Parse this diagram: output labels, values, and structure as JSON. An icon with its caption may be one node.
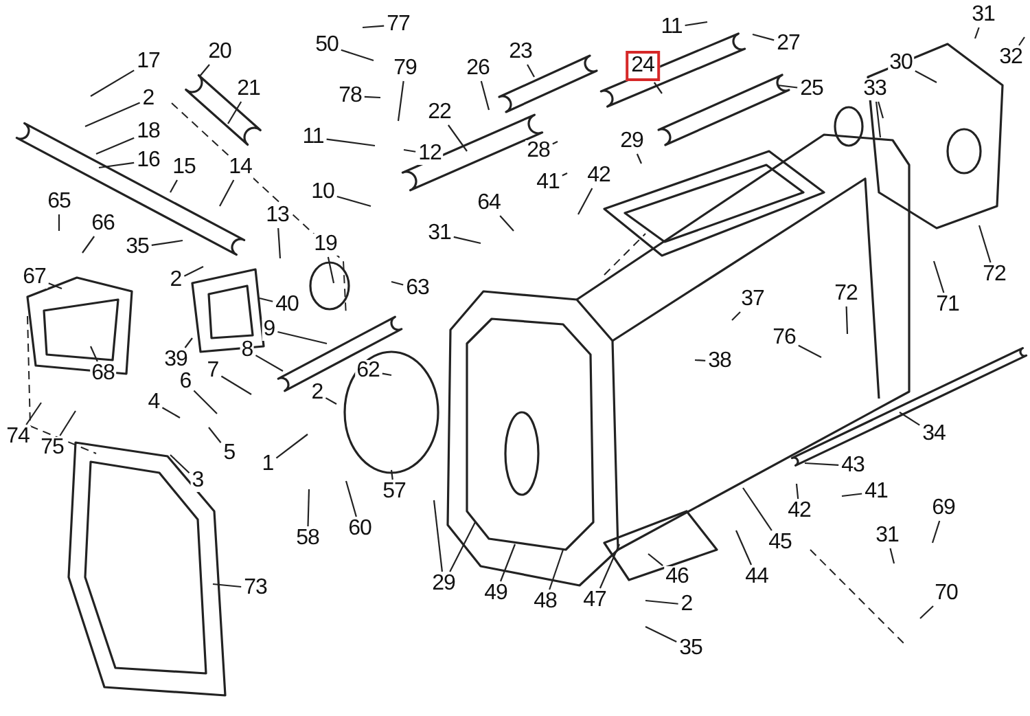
{
  "diagram": {
    "nodes": [
      {
        "text": [
          "77"
        ]
      },
      {
        "text": [
          "50"
        ]
      },
      {
        "text": [
          "31"
        ]
      },
      {
        "text": [
          "32"
        ]
      },
      {
        "text": [
          "17"
        ]
      },
      {
        "text": [
          "20"
        ]
      },
      {
        "text": [
          "11"
        ]
      },
      {
        "text": [
          "27"
        ]
      },
      {
        "text": [
          "23"
        ]
      },
      {
        "text": [
          "26"
        ]
      },
      {
        "text": [
          "79"
        ]
      },
      {
        "text": [
          "24"
        ]
      },
      {
        "text": [
          "21"
        ]
      },
      {
        "text": [
          "2"
        ]
      },
      {
        "text": [
          "78"
        ]
      },
      {
        "text": [
          "22"
        ]
      },
      {
        "text": [
          "25"
        ]
      },
      {
        "text": [
          "30"
        ]
      },
      {
        "text": [
          "33"
        ]
      },
      {
        "text": [
          "18"
        ]
      },
      {
        "text": [
          "11"
        ]
      },
      {
        "text": [
          "12"
        ]
      },
      {
        "text": [
          "16"
        ]
      },
      {
        "text": [
          "28"
        ]
      },
      {
        "text": [
          "29"
        ]
      },
      {
        "text": [
          "15"
        ]
      },
      {
        "text": [
          "14"
        ]
      },
      {
        "text": [
          "41"
        ]
      },
      {
        "text": [
          "42"
        ]
      },
      {
        "text": [
          "10"
        ]
      },
      {
        "text": [
          "64"
        ]
      },
      {
        "text": [
          "65"
        ]
      },
      {
        "text": [
          "66"
        ]
      },
      {
        "text": [
          "13"
        ]
      },
      {
        "text": [
          "19"
        ]
      },
      {
        "text": [
          "31"
        ]
      },
      {
        "text": [
          "35"
        ]
      },
      {
        "text": [
          "2"
        ]
      },
      {
        "text": [
          "63"
        ]
      },
      {
        "text": [
          "67"
        ]
      },
      {
        "text": [
          "40"
        ]
      },
      {
        "text": [
          "71"
        ]
      },
      {
        "text": [
          "72"
        ]
      },
      {
        "text": [
          "72"
        ]
      },
      {
        "text": [
          "37"
        ]
      },
      {
        "text": [
          "76"
        ]
      },
      {
        "text": [
          "9"
        ]
      },
      {
        "text": [
          "39"
        ]
      },
      {
        "text": [
          "68"
        ]
      },
      {
        "text": [
          "8"
        ]
      },
      {
        "text": [
          "38"
        ]
      },
      {
        "text": [
          "7"
        ]
      },
      {
        "text": [
          "62"
        ]
      },
      {
        "text": [
          "34"
        ]
      },
      {
        "text": [
          "6"
        ]
      },
      {
        "text": [
          "2"
        ]
      },
      {
        "text": [
          "4"
        ]
      },
      {
        "text": [
          "74"
        ]
      },
      {
        "text": [
          "75"
        ]
      },
      {
        "text": [
          "5"
        ]
      },
      {
        "text": [
          "1"
        ]
      },
      {
        "text": [
          "43"
        ]
      },
      {
        "text": [
          "3"
        ]
      },
      {
        "text": [
          "57"
        ]
      },
      {
        "text": [
          "41"
        ]
      },
      {
        "text": [
          "42"
        ]
      },
      {
        "text": [
          "60"
        ]
      },
      {
        "text": [
          "58"
        ]
      },
      {
        "text": [
          "45"
        ]
      },
      {
        "text": [
          "31"
        ]
      },
      {
        "text": [
          "69"
        ]
      },
      {
        "text": [
          "44"
        ]
      },
      {
        "text": [
          "46"
        ]
      },
      {
        "text": [
          "73"
        ]
      },
      {
        "text": [
          "48"
        ]
      },
      {
        "text": [
          "47"
        ]
      },
      {
        "text": [
          "29"
        ]
      },
      {
        "text": [
          "49"
        ]
      },
      {
        "text": [
          "2"
        ]
      },
      {
        "text": [
          "70"
        ]
      },
      {
        "text": [
          "35"
        ]
      }
    ],
    "edges": [
      {
        "from": 0,
        "to": null,
        "arrow": "none"
      },
      {
        "from": 1,
        "to": null,
        "arrow": "none"
      },
      {
        "from": 2,
        "to": null,
        "arrow": "none"
      },
      {
        "from": 3,
        "to": null,
        "arrow": "none"
      },
      {
        "from": 4,
        "to": null,
        "arrow": "none"
      },
      {
        "from": 5,
        "to": null,
        "arrow": "none"
      },
      {
        "from": 6,
        "to": null,
        "arrow": "none"
      },
      {
        "from": 7,
        "to": null,
        "arrow": "none"
      },
      {
        "from": 8,
        "to": null,
        "arrow": "none"
      },
      {
        "from": 9,
        "to": null,
        "arrow": "none"
      },
      {
        "from": 10,
        "to": null,
        "arrow": "none"
      },
      {
        "from": 11,
        "to": null,
        "arrow": "none"
      },
      {
        "from": 12,
        "to": null,
        "arrow": "none"
      },
      {
        "from": 13,
        "to": null,
        "arrow": "none"
      },
      {
        "from": 14,
        "to": null,
        "arrow": "none"
      },
      {
        "from": 15,
        "to": null,
        "arrow": "none"
      },
      {
        "from": 16,
        "to": null,
        "arrow": "none"
      },
      {
        "from": 17,
        "to": null,
        "arrow": "none"
      },
      {
        "from": 18,
        "to": null,
        "arrow": "none"
      },
      {
        "from": 18,
        "to": null,
        "arrow": "none"
      },
      {
        "from": 19,
        "to": null,
        "arrow": "none"
      },
      {
        "from": 20,
        "to": null,
        "arrow": "none"
      },
      {
        "from": 21,
        "to": null,
        "arrow": "none"
      },
      {
        "from": 22,
        "to": null,
        "arrow": "none"
      },
      {
        "from": 23,
        "to": null,
        "arrow": "none"
      },
      {
        "from": 24,
        "to": null,
        "arrow": "none"
      },
      {
        "from": 25,
        "to": null,
        "arrow": "none"
      },
      {
        "from": 26,
        "to": null,
        "arrow": "none"
      },
      {
        "from": 27,
        "to": null,
        "arrow": "none"
      },
      {
        "from": 28,
        "to": null,
        "arrow": "none"
      },
      {
        "from": 29,
        "to": null,
        "arrow": "none"
      },
      {
        "from": 30,
        "to": null,
        "arrow": "none"
      },
      {
        "from": 31,
        "to": null,
        "arrow": "none"
      },
      {
        "from": 32,
        "to": null,
        "arrow": "none"
      },
      {
        "from": 33,
        "to": null,
        "arrow": "none"
      },
      {
        "from": 34,
        "to": null,
        "arrow": "none"
      },
      {
        "from": 35,
        "to": null,
        "arrow": "none"
      },
      {
        "from": 36,
        "to": null,
        "arrow": "none"
      },
      {
        "from": 37,
        "to": null,
        "arrow": "none"
      },
      {
        "from": 38,
        "to": null,
        "arrow": "none"
      },
      {
        "from": 39,
        "to": null,
        "arrow": "none"
      },
      {
        "from": 40,
        "to": null,
        "arrow": "none"
      },
      {
        "from": 41,
        "to": null,
        "arrow": "none"
      },
      {
        "from": 42,
        "to": null,
        "arrow": "none"
      },
      {
        "from": 43,
        "to": null,
        "arrow": "none"
      },
      {
        "from": 44,
        "to": null,
        "arrow": "none"
      },
      {
        "from": 45,
        "to": null,
        "arrow": "none"
      },
      {
        "from": 46,
        "to": null,
        "arrow": "none"
      },
      {
        "from": 47,
        "to": null,
        "arrow": "none"
      },
      {
        "from": 48,
        "to": null,
        "arrow": "none"
      },
      {
        "from": 49,
        "to": null,
        "arrow": "none"
      },
      {
        "from": 50,
        "to": null,
        "arrow": "none"
      },
      {
        "from": 51,
        "to": null,
        "arrow": "none"
      },
      {
        "from": 52,
        "to": null,
        "arrow": "none"
      },
      {
        "from": 53,
        "to": null,
        "arrow": "none"
      },
      {
        "from": 54,
        "to": null,
        "arrow": "none"
      },
      {
        "from": 55,
        "to": null,
        "arrow": "none"
      },
      {
        "from": 56,
        "to": null,
        "arrow": "none"
      },
      {
        "from": 57,
        "to": null,
        "arrow": "none"
      },
      {
        "from": 58,
        "to": null,
        "arrow": "none"
      },
      {
        "from": 59,
        "to": null,
        "arrow": "none"
      },
      {
        "from": 60,
        "to": null,
        "arrow": "none"
      },
      {
        "from": 61,
        "to": null,
        "arrow": "none"
      },
      {
        "from": 62,
        "to": null,
        "arrow": "none"
      },
      {
        "from": 63,
        "to": null,
        "arrow": "none"
      },
      {
        "from": 64,
        "to": null,
        "arrow": "none"
      },
      {
        "from": 65,
        "to": null,
        "arrow": "none"
      },
      {
        "from": 66,
        "to": null,
        "arrow": "none"
      },
      {
        "from": 67,
        "to": null,
        "arrow": "none"
      },
      {
        "from": 68,
        "to": null,
        "arrow": "none"
      },
      {
        "from": 69,
        "to": null,
        "arrow": "none"
      },
      {
        "from": 70,
        "to": null,
        "arrow": "none"
      },
      {
        "from": 71,
        "to": null,
        "arrow": "none"
      },
      {
        "from": 72,
        "to": null,
        "arrow": "none"
      },
      {
        "from": 73,
        "to": null,
        "arrow": "none"
      },
      {
        "from": 74,
        "to": null,
        "arrow": "none"
      },
      {
        "from": 75,
        "to": null,
        "arrow": "none"
      },
      {
        "from": 76,
        "to": null,
        "arrow": "none"
      },
      {
        "from": 76,
        "to": null,
        "arrow": "none"
      },
      {
        "from": 77,
        "to": null,
        "arrow": "none"
      },
      {
        "from": 78,
        "to": null,
        "arrow": "none"
      },
      {
        "from": 79,
        "to": null,
        "arrow": "none"
      },
      {
        "from": 80,
        "to": null,
        "arrow": "none"
      }
    ]
  }
}
